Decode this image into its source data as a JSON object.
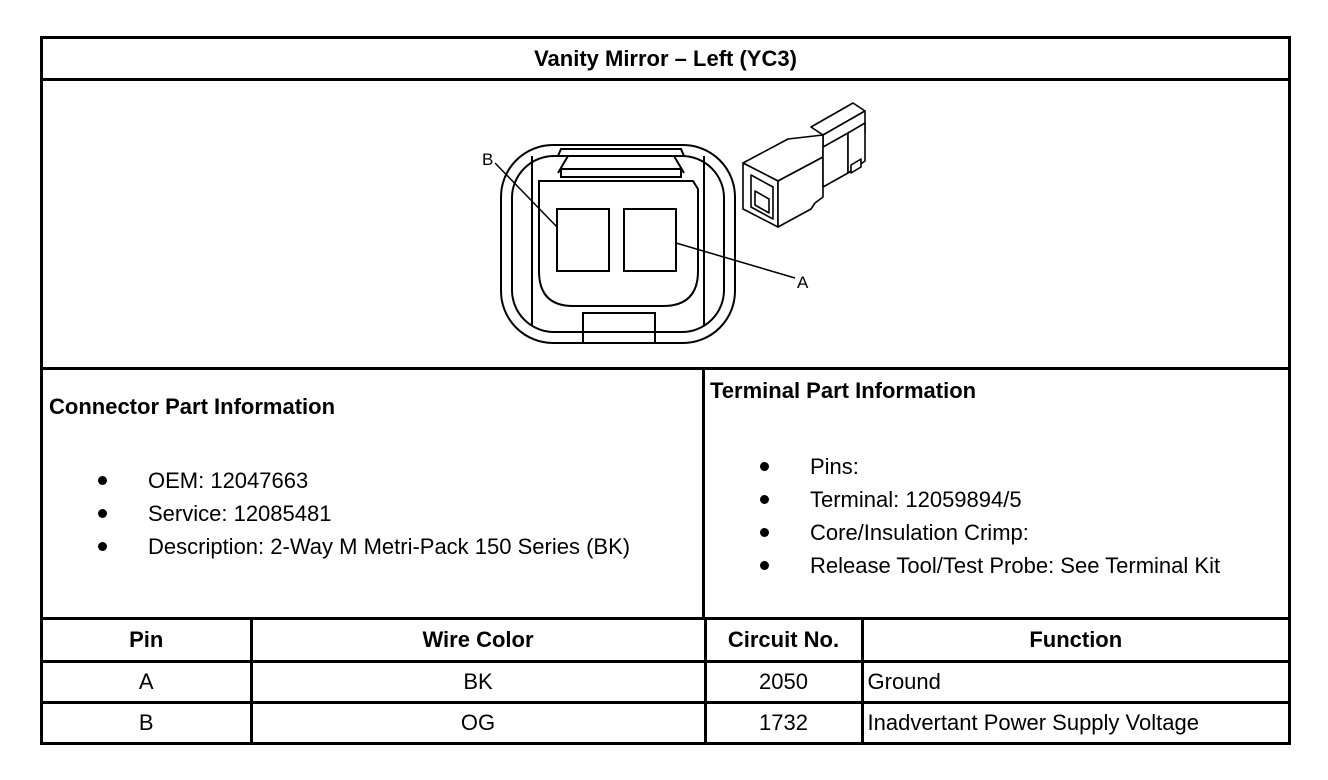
{
  "title": "Vanity Mirror – Left (YC3)",
  "diagram": {
    "label_b": "B",
    "label_a": "A"
  },
  "connector_info": {
    "heading": "Connector Part Information",
    "items": [
      "OEM: 12047663",
      "Service: 12085481",
      "Description: 2-Way M Metri-Pack 150 Series (BK)"
    ]
  },
  "terminal_info": {
    "heading": "Terminal Part Information",
    "items": [
      "Pins:",
      "Terminal: 12059894/5",
      "Core/Insulation Crimp:",
      "Release Tool/Test Probe: See Terminal Kit"
    ]
  },
  "pin_table": {
    "headers": [
      "Pin",
      "Wire Color",
      "Circuit No.",
      "Function"
    ],
    "rows": [
      [
        "A",
        "BK",
        "2050",
        "Ground"
      ],
      [
        "B",
        "OG",
        "1732",
        "Inadvertant Power Supply Voltage"
      ]
    ]
  }
}
